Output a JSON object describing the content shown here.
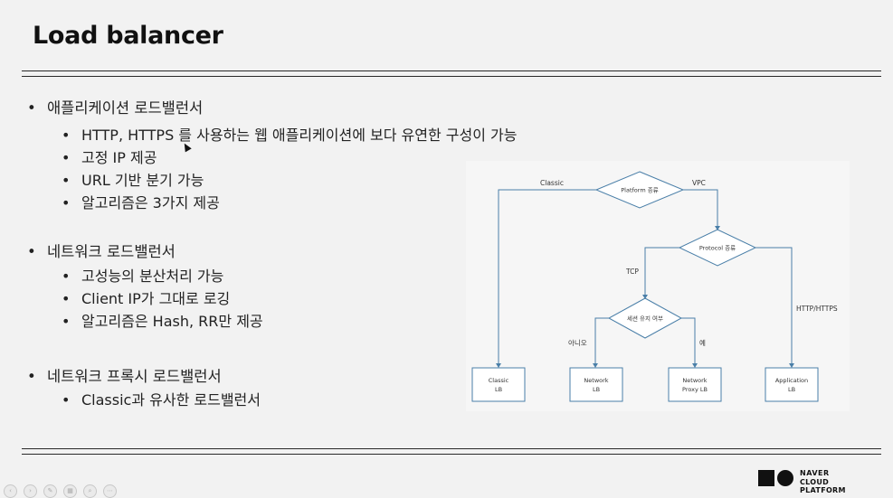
{
  "slide": {
    "title": "Load balancer",
    "sections": [
      {
        "heading": "애플리케이션 로드밸런서",
        "items": [
          "HTTP, HTTPS 를 사용하는 웹 애플리케이션에 보다 유연한 구성이 가능",
          "고정 IP 제공",
          "URL 기반 분기 가능",
          "알고리즘은 3가지 제공"
        ]
      },
      {
        "heading": "네트워크 로드밸런서",
        "items": [
          "고성능의 분산처리 가능",
          "Client IP가 그대로 로깅",
          "알고리즘은 Hash, RR만 제공"
        ]
      },
      {
        "heading": "네트워크 프록시 로드밸런서",
        "items": [
          "Classic과 유사한 로드밸런서"
        ]
      }
    ]
  },
  "diagram": {
    "decision_platform": "Platform 종류",
    "decision_protocol": "Protocol 종류",
    "decision_session": "세션 유지 여부",
    "edge_classic": "Classic",
    "edge_vpc": "VPC",
    "edge_tcp": "TCP",
    "edge_http": "HTTP/HTTPS",
    "edge_no": "아니오",
    "edge_yes": "예",
    "node_classic_1": "Classic",
    "node_classic_2": "LB",
    "node_network_1": "Network",
    "node_network_2": "LB",
    "node_proxy_1": "Network",
    "node_proxy_2": "Proxy LB",
    "node_app_1": "Application",
    "node_app_2": "LB"
  },
  "branding": {
    "line1": "NAVER",
    "line2": "CLOUD PLATFORM"
  },
  "colors": {
    "background": "#f2f2f2",
    "diagram_stroke": "#4a7fa8",
    "text": "#222222"
  }
}
